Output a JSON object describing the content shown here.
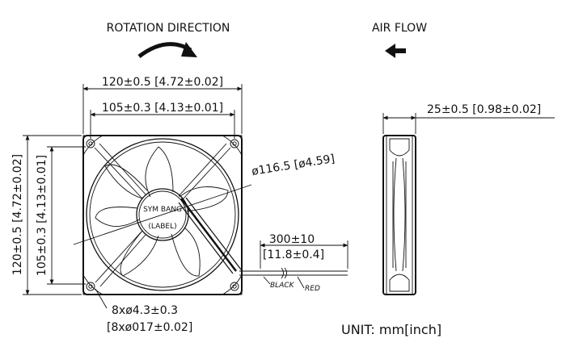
{
  "headings": {
    "rotation_direction": "ROTATION DIRECTION",
    "air_flow": "AIR FLOW"
  },
  "dimensions": {
    "overall_width": "120±0.5 [4.72±0.02]",
    "hole_spacing_width": "105±0.3 [4.13±0.01]",
    "overall_height": "120±0.5 [4.72±0.02]",
    "hole_spacing_height": "105±0.3 [4.13±0.01]",
    "diameter": "ø116.5 [ø4.59]",
    "thickness": "25±0.5 [0.98±0.02]",
    "cable_length_mm": "300±10",
    "cable_length_in": "[11.8±0.4]",
    "mount_holes_mm": "8xø4.3±0.3",
    "mount_holes_in": "[8xø017±0.02]"
  },
  "hub_label": {
    "line1": "SYM BANG",
    "line2": "(LABEL)"
  },
  "wires": {
    "black": "BLACK",
    "red": "RED"
  },
  "unit": "UNIT: mm[inch]"
}
